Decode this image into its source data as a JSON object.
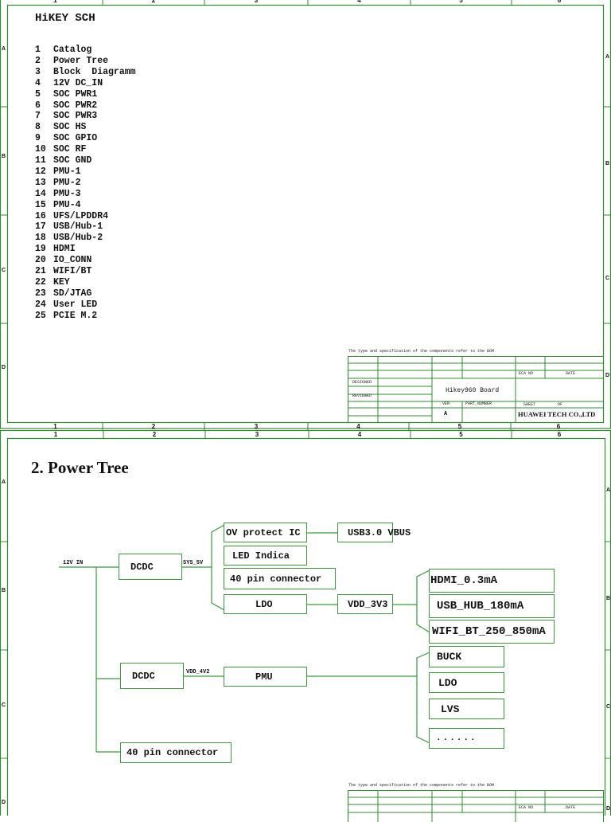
{
  "sheet_zones": {
    "columns": [
      "1",
      "2",
      "3",
      "4",
      "5",
      "6"
    ],
    "rows": [
      "A",
      "B",
      "C",
      "D"
    ]
  },
  "page1": {
    "title": "HiKEY SCH",
    "catalog": [
      {
        "num": "1",
        "label": "Catalog"
      },
      {
        "num": "2",
        "label": "Power Tree"
      },
      {
        "num": "3",
        "label": "Block  Diagramm"
      },
      {
        "num": "4",
        "label": "12V DC_IN"
      },
      {
        "num": "5",
        "label": "SOC PWR1"
      },
      {
        "num": "6",
        "label": "SOC PWR2"
      },
      {
        "num": "7",
        "label": "SOC PWR3"
      },
      {
        "num": "8",
        "label": "SOC HS"
      },
      {
        "num": "9",
        "label": "SOC GPIO"
      },
      {
        "num": "10",
        "label": "SOC RF"
      },
      {
        "num": "11",
        "label": "SOC GND"
      },
      {
        "num": "12",
        "label": "PMU-1"
      },
      {
        "num": "13",
        "label": "PMU-2"
      },
      {
        "num": "14",
        "label": "PMU-3"
      },
      {
        "num": "15",
        "label": "PMU-4"
      },
      {
        "num": "16",
        "label": "UFS/LPDDR4"
      },
      {
        "num": "17",
        "label": "USB/Hub-1"
      },
      {
        "num": "18",
        "label": "USB/Hub-2"
      },
      {
        "num": "19",
        "label": "HDMI"
      },
      {
        "num": "20",
        "label": "IO_CONN"
      },
      {
        "num": "21",
        "label": "WIFI/BT"
      },
      {
        "num": "22",
        "label": "KEY"
      },
      {
        "num": "23",
        "label": "SD/JTAG"
      },
      {
        "num": "24",
        "label": "User LED"
      },
      {
        "num": "25",
        "label": "PCIE M.2"
      }
    ]
  },
  "title_block": {
    "note": "The type and specification of the components  refer to the BOM",
    "eca_no": "ECA NO",
    "date": "DATE",
    "designed": "DESIGNED",
    "reviewed": "REVIEWED",
    "board_name": "Hikey960  Board",
    "ver_label": "VER",
    "part_number_label": "PART_NUMBER",
    "sheet_label": "SHEET",
    "of_label": "OF",
    "ver_value": "A",
    "company": "HUAWEI TECH CO.,LTD"
  },
  "page2": {
    "title": "2. Power Tree",
    "nets": {
      "in": "12V IN",
      "sys5v": "SYS_5V",
      "vdd4v2": "VDD_4V2"
    },
    "blocks": {
      "dcdc1": "DCDC",
      "ov_protect": "OV protect IC",
      "usb_vbus": "USB3.0 VBUS",
      "led_indica": "LED Indica",
      "pin40_a": "40 pin connector",
      "ldo_top": "LDO",
      "vdd3v3": "VDD_3V3",
      "hdmi": "HDMI_0.3mA",
      "usb_hub": "USB_HUB_180mA",
      "wifi_bt": "WIFI_BT_250_850mA",
      "dcdc2": "DCDC",
      "pmu": "PMU",
      "buck": "BUCK",
      "ldo_pmu": "LDO",
      "lvs": "LVS",
      "more": "......",
      "pin40_b": "40 pin connector"
    }
  }
}
